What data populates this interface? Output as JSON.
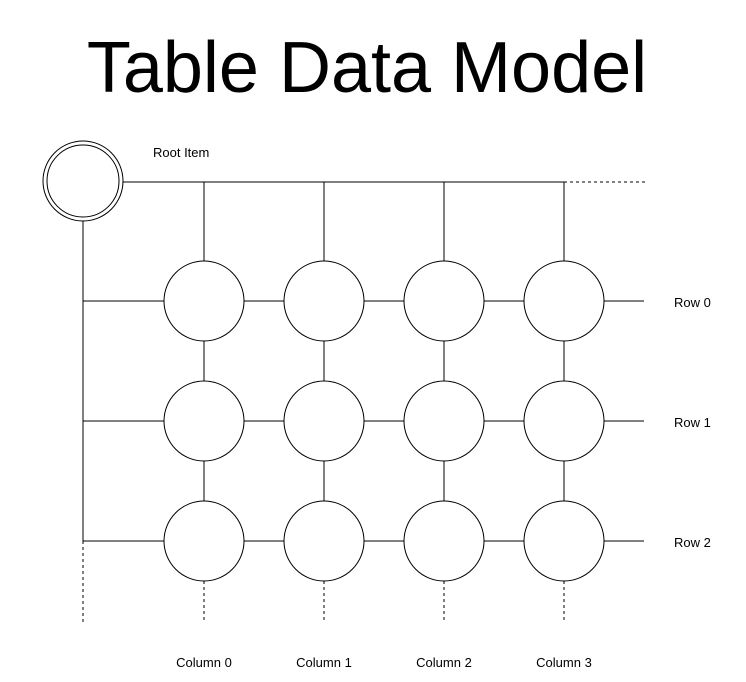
{
  "title": "Table Data Model",
  "root_label": "Root Item",
  "rows": [
    "Row 0",
    "Row 1",
    "Row 2"
  ],
  "columns": [
    "Column 0",
    "Column 1",
    "Column 2",
    "Column 3"
  ],
  "colors": {
    "stroke": "#000000",
    "background": "#ffffff"
  }
}
